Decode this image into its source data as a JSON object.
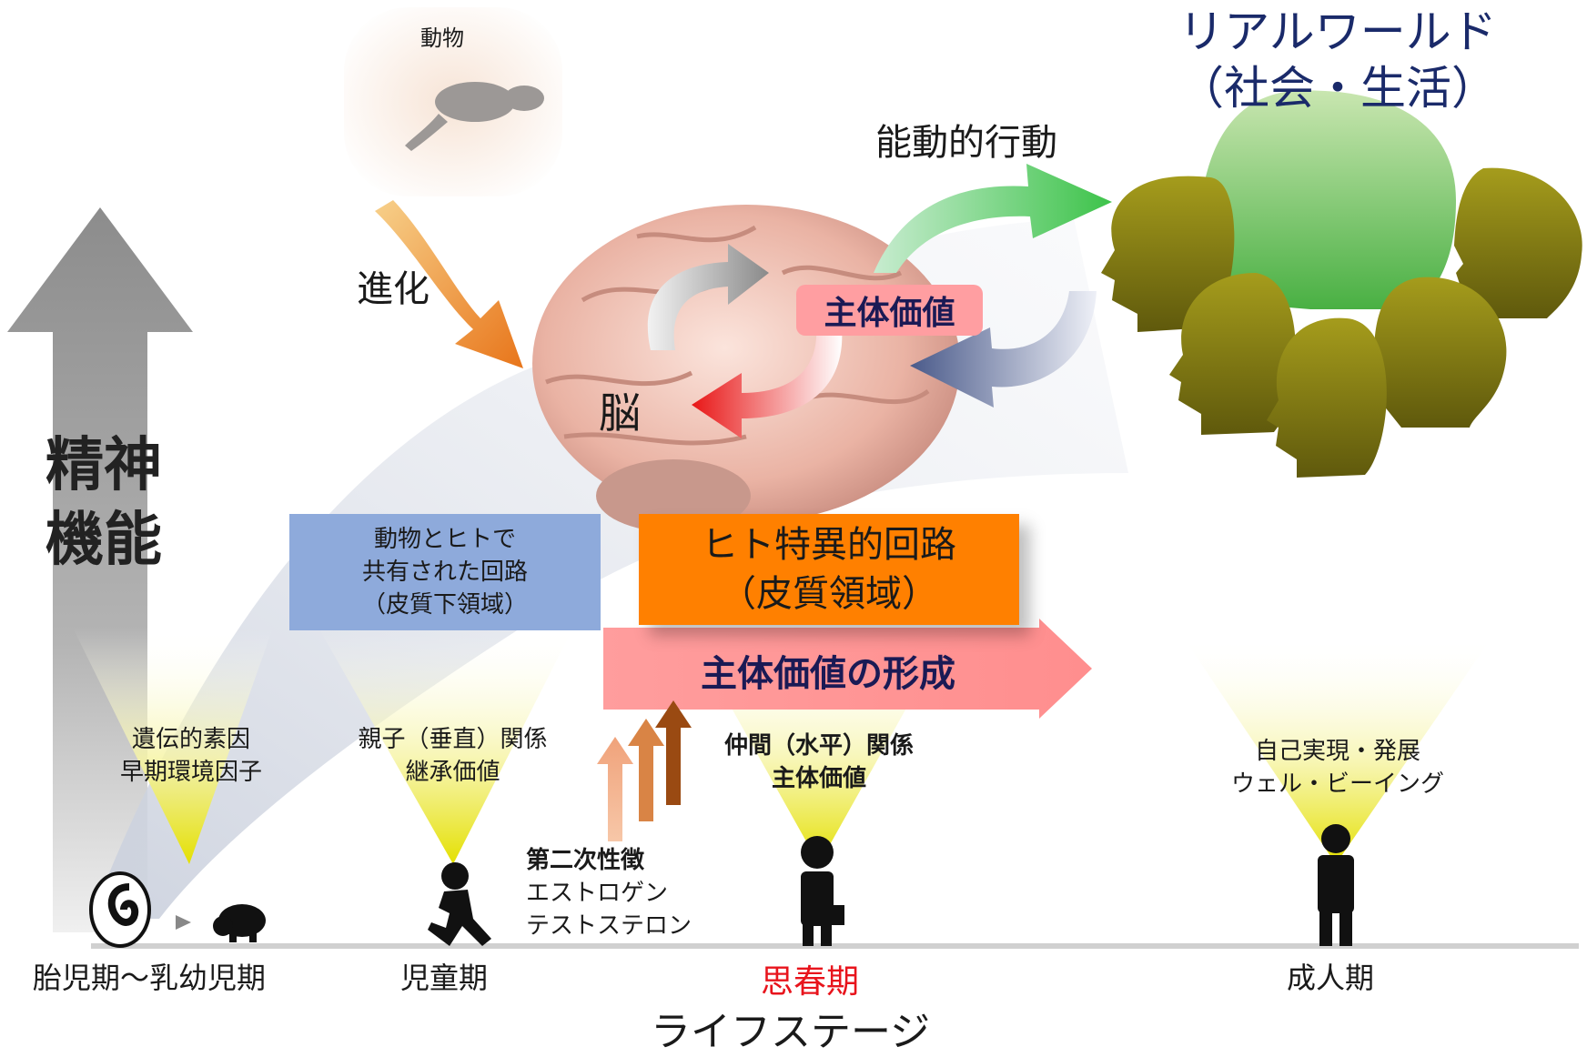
{
  "vertical_axis": {
    "line1": "精神",
    "line2": "機能"
  },
  "animal_label": "動物",
  "evolution_label": "進化",
  "brain_label": "脳",
  "subjective_value_label": "主体価値",
  "active_behavior_label": "能動的行動",
  "real_world": {
    "line1": "リアルワールド",
    "line2": "（社会・生活）"
  },
  "shared_circuit": {
    "line1": "動物とヒトで",
    "line2": "共有された回路",
    "line3": "（皮質下領域）"
  },
  "human_circuit": {
    "line1": "ヒト特異的回路",
    "line2": "（皮質領域）"
  },
  "formation_label": "主体価値の形成",
  "spot_infant": {
    "line1": "遺伝的素因",
    "line2": "早期環境因子"
  },
  "spot_child": {
    "line1": "親子（垂直）関係",
    "line2": "継承価値"
  },
  "spot_puberty": {
    "line1": "仲間（水平）関係",
    "line2": "主体価値"
  },
  "spot_adult": {
    "line1": "自己実現・発展",
    "line2": "ウェル・ビーイング"
  },
  "hormones": {
    "title": "第二次性徴",
    "line1": "エストロゲン",
    "line2": "テストステロン"
  },
  "stages": {
    "infant": "胎児期〜乳幼児期",
    "child": "児童期",
    "puberty": "思春期",
    "adult": "成人期",
    "axis_label": "ライフステージ"
  },
  "colors": {
    "blue_box": "#8eaadb",
    "orange_box": "#ff8000",
    "pink": "#ff9e9e",
    "red_text": "#e8141c",
    "head_olive": "#8b8316",
    "head_green": "#6cc24a"
  }
}
